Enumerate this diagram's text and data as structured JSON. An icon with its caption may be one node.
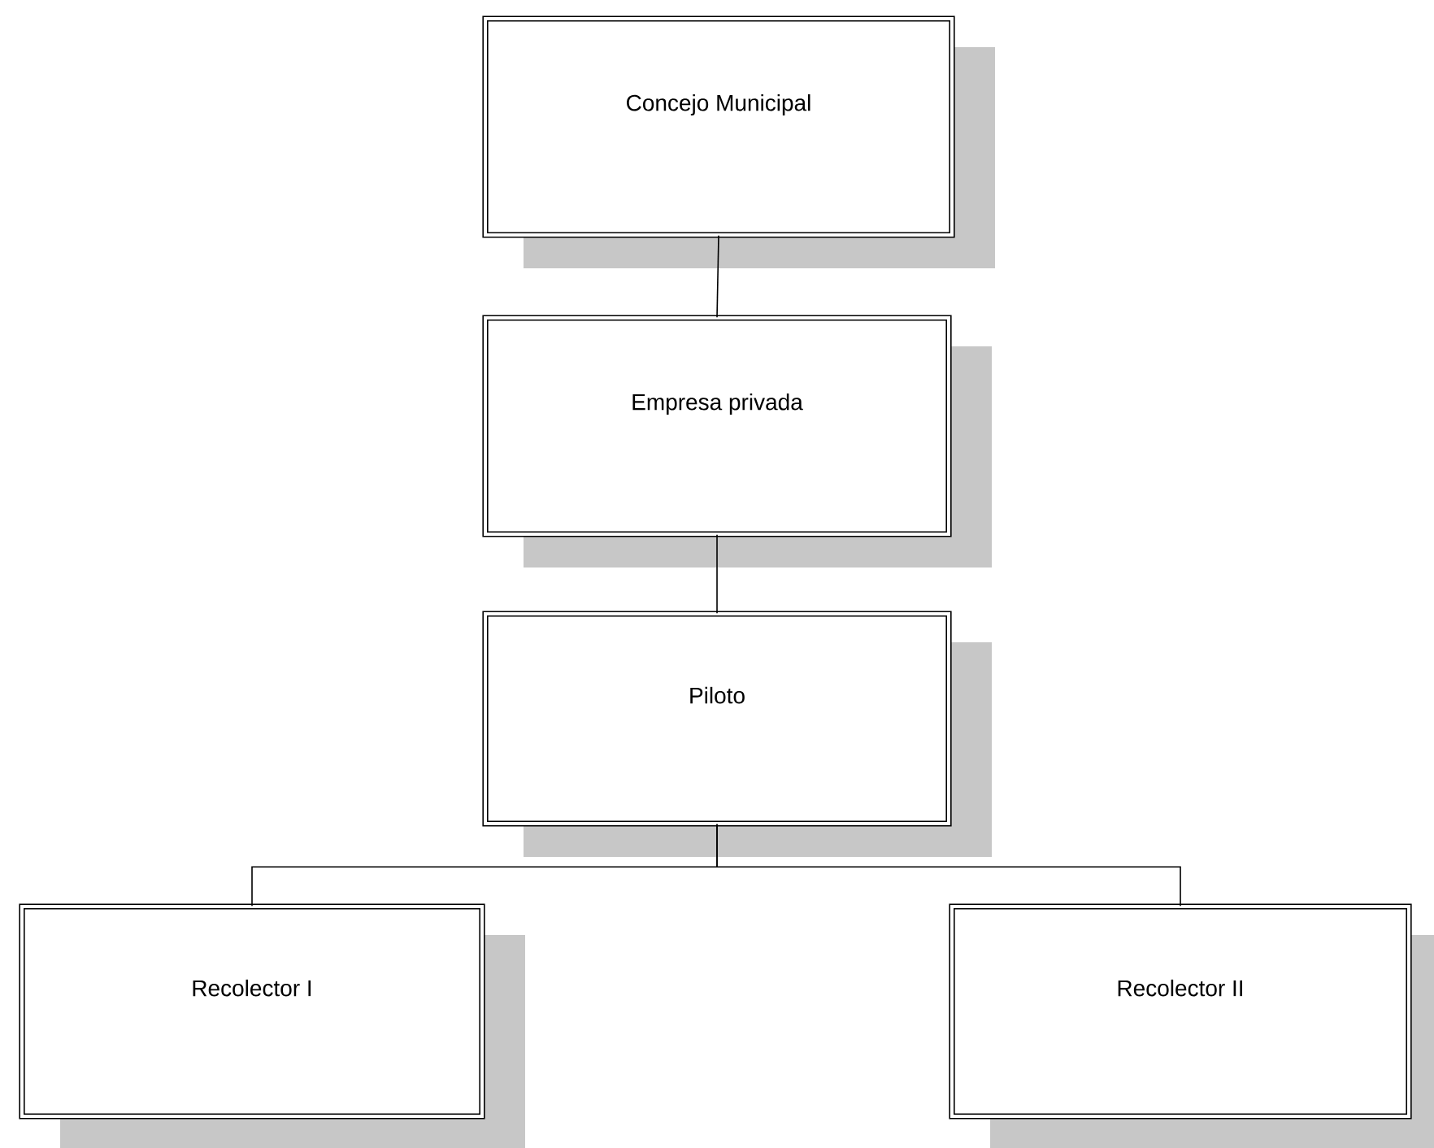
{
  "diagram": {
    "nodes": [
      {
        "text": [
          "Concejo Municipal"
        ]
      },
      {
        "text": [
          "Empresa privada"
        ]
      },
      {
        "text": [
          "Piloto"
        ]
      },
      {
        "text": [
          "Recolector I"
        ]
      },
      {
        "text": [
          "Recolector II"
        ]
      }
    ],
    "edges": [
      {
        "from": 0,
        "to": 1,
        "arrow": "none"
      },
      {
        "from": 1,
        "to": 2,
        "arrow": "none"
      },
      {
        "from": 2,
        "to": 3,
        "arrow": "none"
      },
      {
        "from": 2,
        "to": 4,
        "arrow": "none"
      }
    ]
  }
}
